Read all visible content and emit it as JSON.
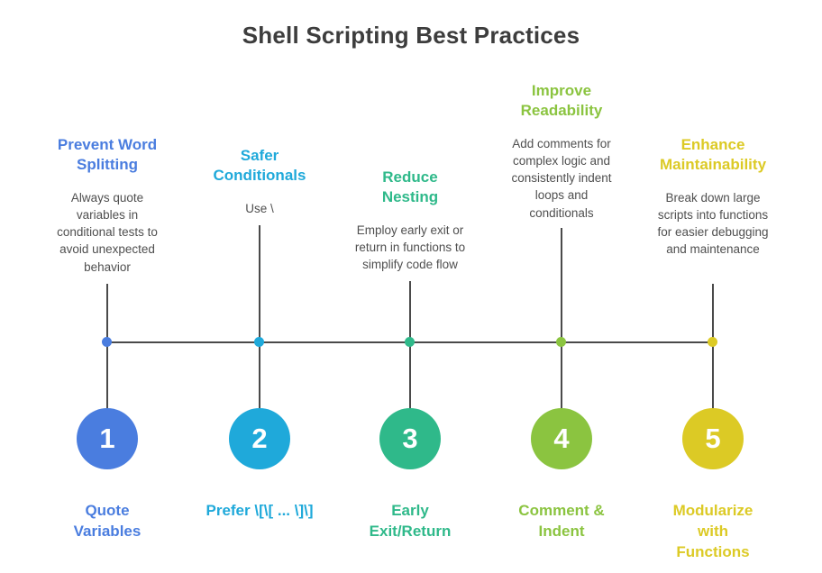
{
  "title": "Shell Scripting Best Practices",
  "colors": {
    "timeline_line": "#4a4a4a",
    "body_text": "#4f4f4f",
    "title_text": "#3d3d3d"
  },
  "items": [
    {
      "number": "1",
      "heading": "Prevent Word Splitting",
      "description": "Always quote variables in conditional tests to avoid unexpected behavior",
      "label": "Quote Variables",
      "color": "#4a7ddf"
    },
    {
      "number": "2",
      "heading": "Safer Conditionals",
      "description": "Use \\",
      "label": "Prefer \\[\\[ ... \\]\\]",
      "color": "#1fa9da"
    },
    {
      "number": "3",
      "heading": "Reduce Nesting",
      "description": "Employ early exit or return in functions to simplify code flow",
      "label": "Early Exit/Return",
      "color": "#2fb98a"
    },
    {
      "number": "4",
      "heading": "Improve Readability",
      "description": "Add comments for complex logic and consistently indent loops and conditionals",
      "label": "Comment & Indent",
      "color": "#8bc440"
    },
    {
      "number": "5",
      "heading": "Enhance Maintainability",
      "description": "Break down large scripts into functions for easier debugging and maintenance",
      "label": "Modularize with Functions",
      "color": "#dcca25"
    }
  ]
}
